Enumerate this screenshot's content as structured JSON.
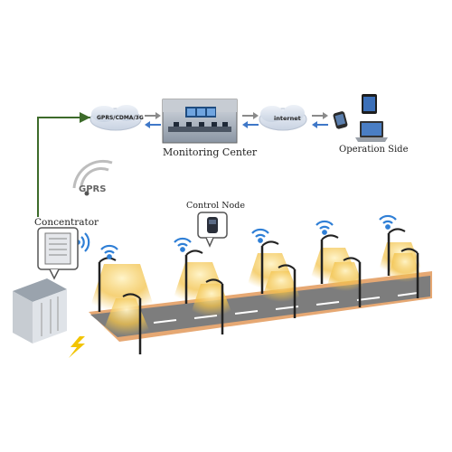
{
  "labels": {
    "gprs_cdma_3g": "GPRS/CDMA/3G",
    "internet": "internet",
    "monitoring_center": "Monitoring Center",
    "operation_side": "Operation Side",
    "gprs": "GPRS",
    "control_node": "Control Node",
    "concentrator": "Concentrator"
  },
  "icons": {
    "wifi": "wifi-signal-icon",
    "arrows": "bidirectional-arrows-icon",
    "lightning": "lightning-bolt-icon"
  },
  "colors": {
    "link_line": "#3d6b2a",
    "arrow_blue": "#3f78c8",
    "arrow_gray": "#8a8a8a",
    "lamp_glow": "#f2c24a",
    "road": "#7d7d7d",
    "curb": "#e6a873",
    "wifi_blue": "#2f7fd6",
    "lightning": "#f2c400"
  }
}
